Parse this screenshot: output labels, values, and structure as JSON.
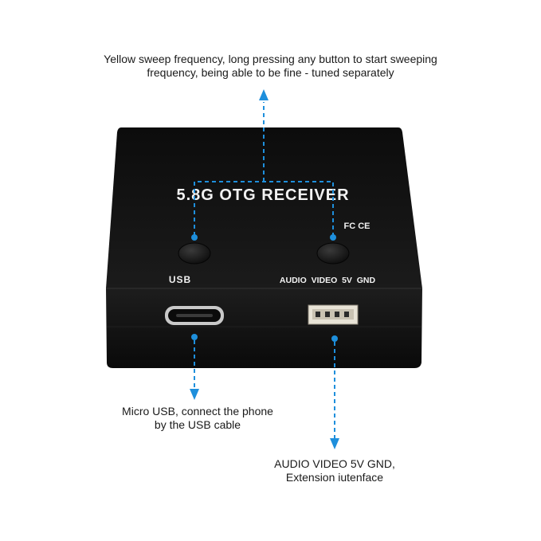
{
  "captions": {
    "top_line1": "Yellow sweep frequency, long pressing any button to start sweeping",
    "top_line2": "frequency, being able to be fine - tuned separately",
    "left_line1": "Micro USB, connect the phone",
    "left_line2": "by the USB cable",
    "right_line1": "AUDIO VIDEO 5V GND,",
    "right_line2": "Extension iutenface"
  },
  "device": {
    "title": "5.8G OTG RECEIVER",
    "certification": "FC CE",
    "port_usb_label": "USB",
    "port_header_label": "AUDIO  VIDEO  5V  GND",
    "body_color": "#121212",
    "arrow_color": "#1e8fdc"
  },
  "icons": [
    "button-left-icon",
    "button-right-icon",
    "micro-usb-port-icon",
    "pin-header-icon",
    "arrow-up-icon",
    "arrow-down-icon"
  ]
}
